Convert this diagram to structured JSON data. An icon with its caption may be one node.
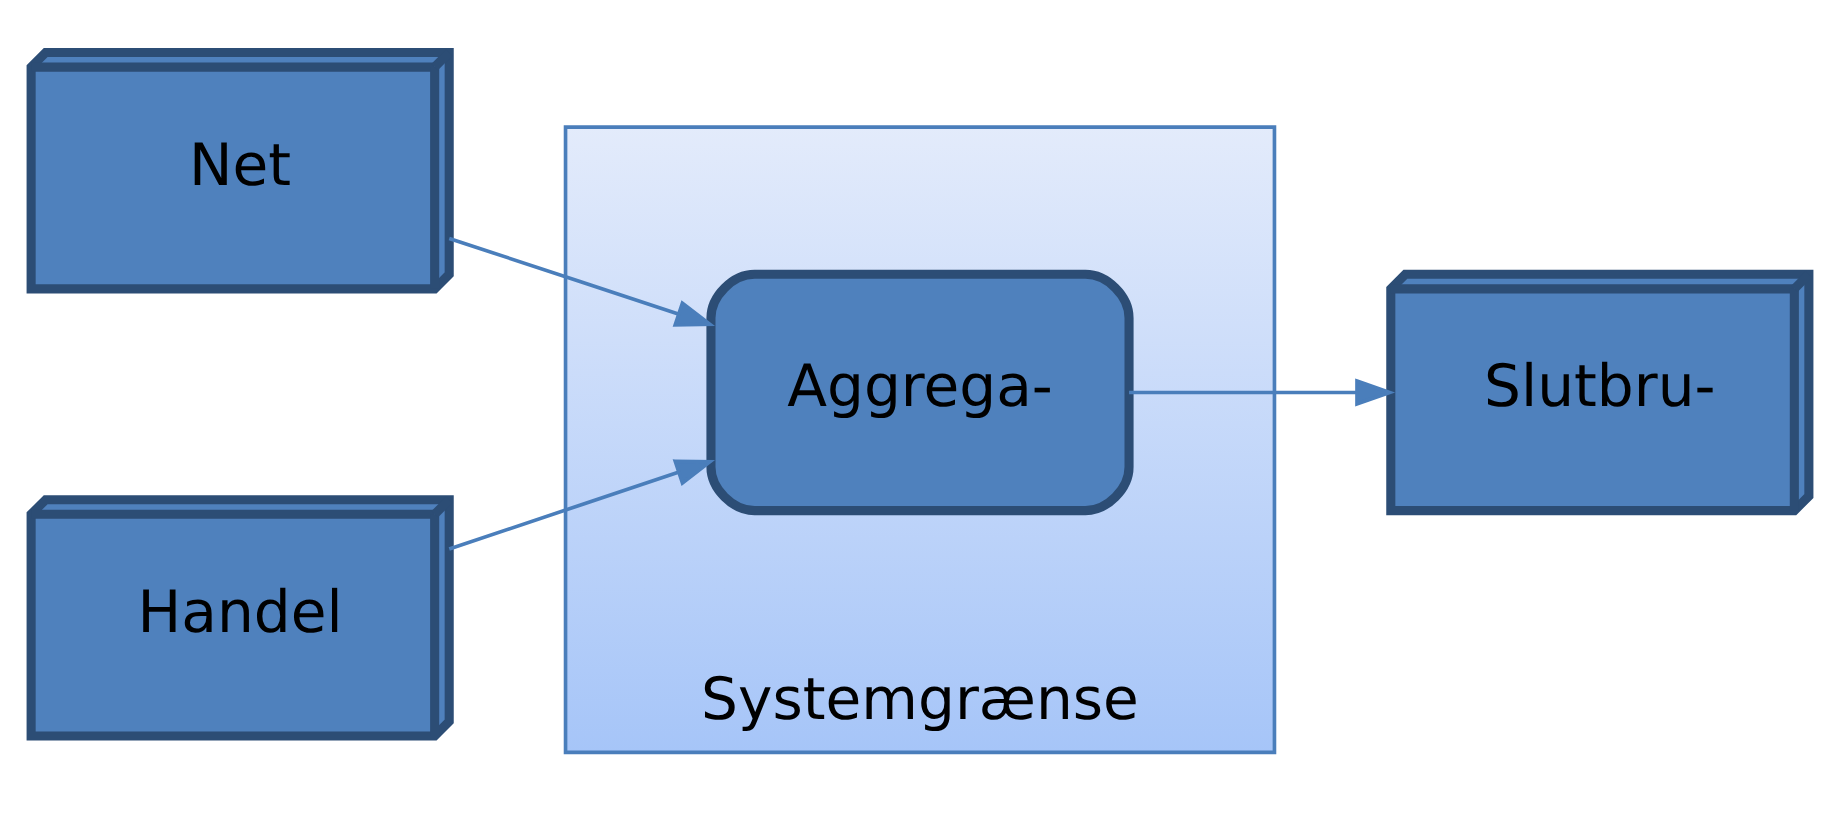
{
  "diagram": {
    "nodes": [
      {
        "text": [
          "Systemgrænse"
        ]
      },
      {
        "text": [
          "Net"
        ]
      },
      {
        "text": [
          "Handel"
        ]
      },
      {
        "text": [
          "Aggrega-"
        ],
        "in": 0
      },
      {
        "text": [
          "Slutbru-"
        ]
      }
    ],
    "edges": [
      {
        "from": 1,
        "to": 3,
        "arrow": "to"
      },
      {
        "from": 2,
        "to": 3,
        "arrow": "to"
      },
      {
        "from": 3,
        "to": 4,
        "arrow": "to"
      }
    ]
  }
}
